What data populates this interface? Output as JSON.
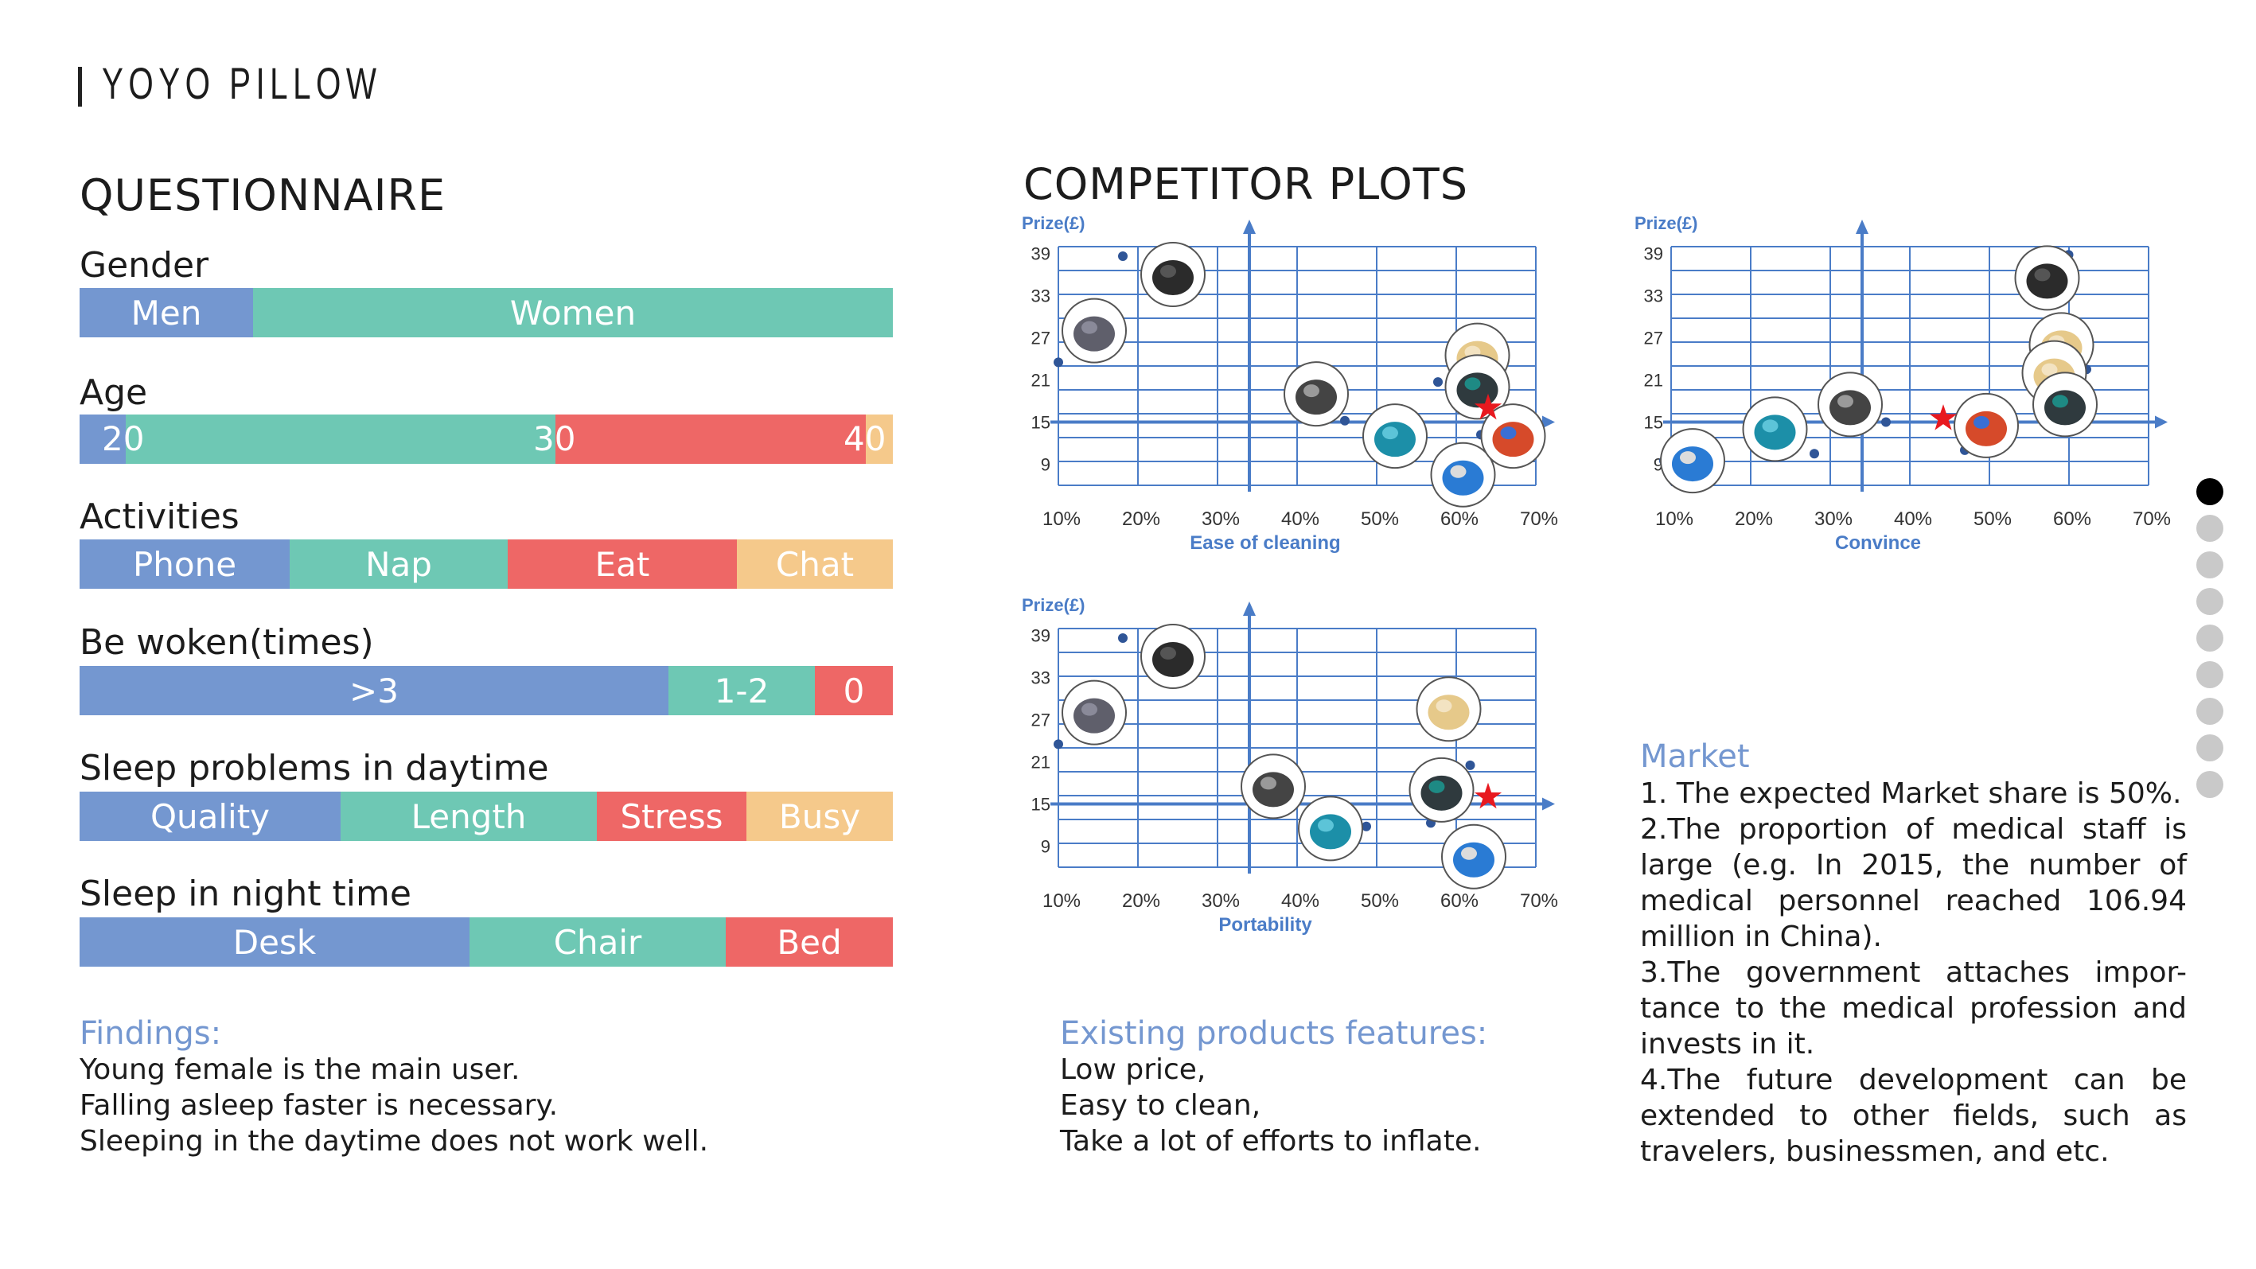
{
  "brand": "YOYO PILLOW",
  "questionnaire": {
    "title": "QUESTIONNAIRE",
    "gender": {
      "label": "Gender",
      "segments": [
        "Men",
        "Women"
      ]
    },
    "age": {
      "label": "Age",
      "ticks": [
        "20",
        "30",
        "40"
      ]
    },
    "activities": {
      "label": "Activities",
      "segments": [
        "Phone",
        "Nap",
        "Eat",
        "Chat"
      ]
    },
    "woken": {
      "label": "Be woken(times)",
      "segments": [
        ">3",
        "1-2",
        "0"
      ]
    },
    "daytime": {
      "label": "Sleep problems in daytime",
      "segments": [
        "Quality",
        "Length",
        "Stress",
        "Busy"
      ]
    },
    "night": {
      "label": "Sleep in night time",
      "segments": [
        "Desk",
        "Chair",
        "Bed"
      ]
    }
  },
  "findings": {
    "title": "Findings:",
    "lines": [
      "Young female is the main user.",
      "Falling asleep faster is necessary.",
      "Sleeping in the daytime does not work well."
    ]
  },
  "competitor": {
    "title": "COMPETITOR PLOTS"
  },
  "existing": {
    "title": "Existing products features:",
    "lines": [
      "Low price,",
      "Easy to clean,",
      "Take a lot of efforts to inflate."
    ]
  },
  "market": {
    "title": "Market",
    "text": "1. The expected Market share is 50%.\n2.The proportion of medical staff is large (e.g. In 2015, the number of medical personnel reached 106.94 million in China).\n3.The government attaches impor-tance to the medical profession and invests in it.\n4.The future development can be extended to other fields, such as travelers, businessmen, and etc."
  },
  "colors": {
    "blue": "#7497d0",
    "green": "#6ec8b4",
    "red": "#ee6766",
    "yellow": "#f5c98b",
    "axis": "#4a7cc7",
    "star": "#e8191f"
  },
  "chart_data": [
    {
      "type": "scatter",
      "ylabel": "Prize(£)",
      "xlabel": "Ease of cleaning",
      "yticks": [
        "39",
        "33",
        "27",
        "21",
        "15",
        "9"
      ],
      "xticks": [
        "10%",
        "20%",
        "30%",
        "40%",
        "50%",
        "60%",
        "70%"
      ],
      "points": [
        {
          "x": 0.19,
          "y": 38.6
        },
        {
          "x": 0.1,
          "y": 23.5
        },
        {
          "x": 0.5,
          "y": 15.2
        },
        {
          "x": 0.56,
          "y": 12.0
        },
        {
          "x": 0.63,
          "y": 20.7
        },
        {
          "x": 0.68,
          "y": 10.2
        },
        {
          "x": 0.69,
          "y": 13.2
        },
        {
          "x": 0.705,
          "y": 20.5
        }
      ],
      "images": [
        {
          "x": 0.26,
          "y": 36.0,
          "icon": "black-pillow-icon"
        },
        {
          "x": 0.15,
          "y": 28.0,
          "icon": "grey-ring-pillow-icon"
        },
        {
          "x": 0.46,
          "y": 19.0,
          "icon": "camo-pillow-icon"
        },
        {
          "x": 0.57,
          "y": 13.0,
          "icon": "teal-pillow-icon"
        },
        {
          "x": 0.665,
          "y": 7.5,
          "icon": "blue-u-pillow-icon"
        },
        {
          "x": 0.685,
          "y": 24.5,
          "icon": "woman-icon"
        },
        {
          "x": 0.685,
          "y": 20.0,
          "icon": "eye-mask-icon"
        },
        {
          "x": 0.735,
          "y": 13.0,
          "icon": "colorful-pillow-icon"
        }
      ],
      "star": {
        "x": 0.7,
        "y": 17.0
      }
    },
    {
      "type": "scatter",
      "ylabel": "Prize(£)",
      "xlabel": "Convince",
      "yticks": [
        "39",
        "33",
        "27",
        "21",
        "15",
        "9"
      ],
      "xticks": [
        "10%",
        "20%",
        "30%",
        "40%",
        "50%",
        "60%",
        "70%"
      ],
      "points": [
        {
          "x": 0.655,
          "y": 38.8
        },
        {
          "x": 0.68,
          "y": 22.5
        },
        {
          "x": 0.4,
          "y": 15.0
        },
        {
          "x": 0.3,
          "y": 10.5
        },
        {
          "x": 0.51,
          "y": 11.0
        },
        {
          "x": 0.09,
          "y": 9.5
        }
      ],
      "images": [
        {
          "x": 0.625,
          "y": 35.5,
          "icon": "black-pillow-icon"
        },
        {
          "x": 0.645,
          "y": 26.0,
          "icon": "woman-icon"
        },
        {
          "x": 0.635,
          "y": 22.0,
          "icon": "woman-icon"
        },
        {
          "x": 0.65,
          "y": 17.5,
          "icon": "eye-mask-icon"
        },
        {
          "x": 0.54,
          "y": 14.5,
          "icon": "colorful-pillow-icon"
        },
        {
          "x": 0.35,
          "y": 17.5,
          "icon": "camo-pillow-icon"
        },
        {
          "x": 0.245,
          "y": 14.0,
          "icon": "teal-pillow-icon"
        },
        {
          "x": 0.13,
          "y": 9.5,
          "icon": "blue-u-pillow-icon"
        }
      ],
      "star": {
        "x": 0.48,
        "y": 15.5
      }
    },
    {
      "type": "scatter",
      "ylabel": "Prize(£)",
      "xlabel": "Portability",
      "yticks": [
        "39",
        "33",
        "27",
        "21",
        "15",
        "9"
      ],
      "xticks": [
        "10%",
        "20%",
        "30%",
        "40%",
        "50%",
        "60%",
        "70%"
      ],
      "points": [
        {
          "x": 0.19,
          "y": 38.6
        },
        {
          "x": 0.1,
          "y": 23.5
        },
        {
          "x": 0.42,
          "y": 14.8
        },
        {
          "x": 0.53,
          "y": 11.8
        },
        {
          "x": 0.62,
          "y": 12.3
        },
        {
          "x": 0.67,
          "y": 9.8
        },
        {
          "x": 0.675,
          "y": 20.5
        }
      ],
      "images": [
        {
          "x": 0.26,
          "y": 36.0,
          "icon": "black-pillow-icon"
        },
        {
          "x": 0.15,
          "y": 28.0,
          "icon": "grey-ring-pillow-icon"
        },
        {
          "x": 0.4,
          "y": 17.5,
          "icon": "camo-pillow-icon"
        },
        {
          "x": 0.48,
          "y": 11.5,
          "icon": "teal-pillow-icon"
        },
        {
          "x": 0.645,
          "y": 28.5,
          "icon": "woman-icon"
        },
        {
          "x": 0.635,
          "y": 17.0,
          "icon": "eye-mask-icon"
        },
        {
          "x": 0.68,
          "y": 7.5,
          "icon": "blue-u-pillow-icon"
        }
      ],
      "star": {
        "x": 0.7,
        "y": 16.0
      }
    }
  ]
}
